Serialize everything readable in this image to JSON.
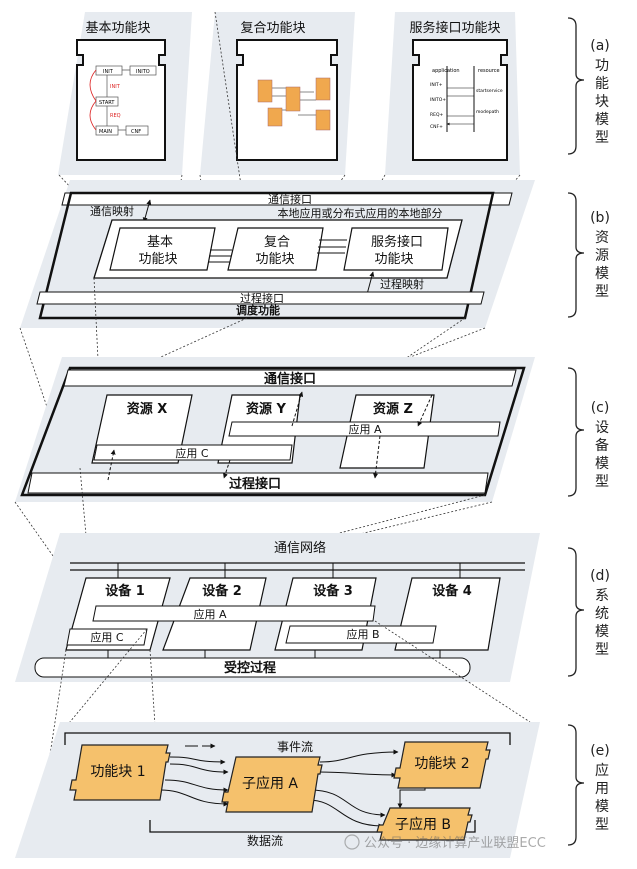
{
  "level_a": {
    "tiles": [
      "基本功能块",
      "复合功能块",
      "服务接口功能块"
    ],
    "basic_fb_texts": [
      "INIT",
      "INITO",
      "INIT",
      "START",
      "REQ",
      "MAIN",
      "CNF"
    ],
    "service_fb_texts": [
      "application",
      "resource",
      "INIT+",
      "startservice",
      "INITO+",
      "REQ+",
      "modepath",
      "CNF+"
    ],
    "side_label": [
      "(a)",
      "功",
      "能",
      "块",
      "模",
      "型"
    ]
  },
  "level_b": {
    "comm_interface": "通信接口",
    "comm_mapping": "通信映射",
    "local_app": "本地应用或分布式应用的本地部分",
    "basic_fb": [
      "基本",
      "功能块"
    ],
    "composite_fb": [
      "复合",
      "功能块"
    ],
    "service_fb": [
      "服务接口",
      "功能块"
    ],
    "process_mapping": "过程映射",
    "process_interface": "过程接口",
    "scheduling": "调度功能",
    "side_label": [
      "(b)",
      "资",
      "源",
      "模",
      "型"
    ]
  },
  "level_c": {
    "comm_interface": "通信接口",
    "resource_x": "资源 X",
    "resource_y": "资源 Y",
    "resource_z": "资源 Z",
    "app_a": "应用 A",
    "app_c": "应用 C",
    "process_interface": "过程接口",
    "side_label": [
      "(c)",
      "设",
      "备",
      "模",
      "型"
    ]
  },
  "level_d": {
    "network": "通信网络",
    "device1": "设备 1",
    "device2": "设备 2",
    "device3": "设备 3",
    "device4": "设备 4",
    "app_a": "应用 A",
    "app_b": "应用 B",
    "app_c": "应用 C",
    "controlled": "受控过程",
    "side_label": [
      "(d)",
      "系",
      "统",
      "模",
      "型"
    ]
  },
  "level_e": {
    "event_flow": "事件流",
    "fb1": "功能块 1",
    "sub_a": "子应用 A",
    "fb2": "功能块 2",
    "sub_b": "子应用 B",
    "data_flow": "数据流",
    "side_label": [
      "(e)",
      "应",
      "用",
      "模",
      "型"
    ]
  },
  "watermark": "公众号 · 边缘计算产业联盟ECC",
  "colors": {
    "plane": "#e7ebf0",
    "orange": "#f5c16c",
    "line": "#111111"
  }
}
